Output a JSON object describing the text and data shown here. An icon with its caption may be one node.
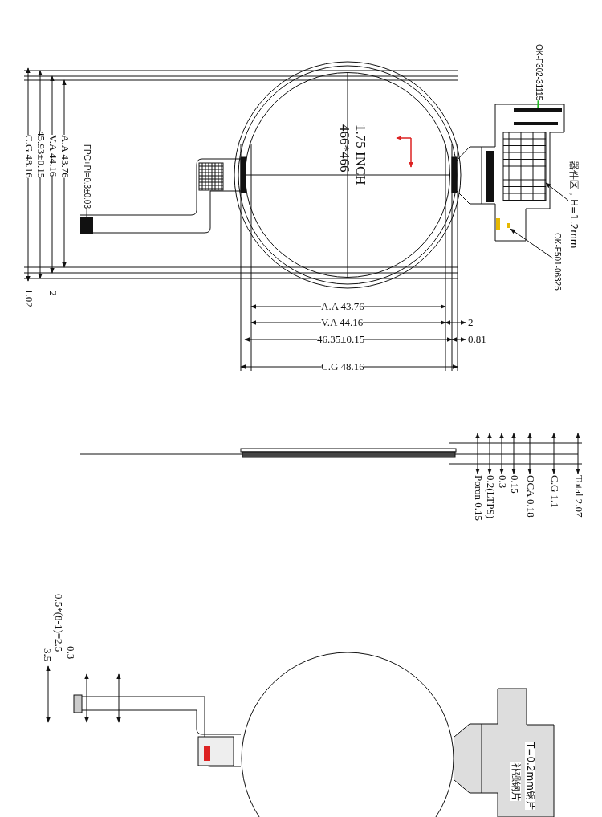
{
  "diagram": {
    "nodes": [
      {
        "text": [
          "OK-F302-31115"
        ]
      },
      {
        "text": [],
        "shape": "picture"
      },
      {
        "text": [
          "器件区，H=1.2mm"
        ]
      },
      {
        "text": [],
        "shape": "picture"
      },
      {
        "text": [
          "OK-F501-06325"
        ]
      },
      {
        "text": [],
        "shape": "picture"
      },
      {
        "text": [
          "FPC+PI=0.3±0.03"
        ]
      },
      {
        "text": [],
        "shape": "bar"
      },
      {
        "text": [
          "1.75 INCH",
          "466*466"
        ]
      }
    ],
    "edges": [
      {
        "from": 0,
        "to": 1,
        "arrow": "none",
        "color": "#22bb22"
      },
      {
        "from": 2,
        "to": 3,
        "arrow": "to"
      },
      {
        "from": 4,
        "to": 5,
        "arrow": "to"
      },
      {
        "from": 6,
        "to": 7,
        "arrow": "none"
      }
    ],
    "labels": [
      "A.A 43.76",
      "V.A 44.16",
      "45.93±0.15",
      "C.G 48.16",
      "2",
      "1.02",
      "A.A 43.76",
      "V.A 44.16",
      "46.35±0.15",
      "2",
      "0.81",
      "C.G 48.16",
      "Total 2.07",
      "C.G 1.1",
      "OCA 0.18",
      "0.15",
      "0.3",
      "0.2(LTPS)",
      "Poron 0.15",
      "0.5*(8-1)=2.5",
      "0.3",
      "3.5",
      "补强钢片",
      "T=0.2mm钢片"
    ]
  }
}
